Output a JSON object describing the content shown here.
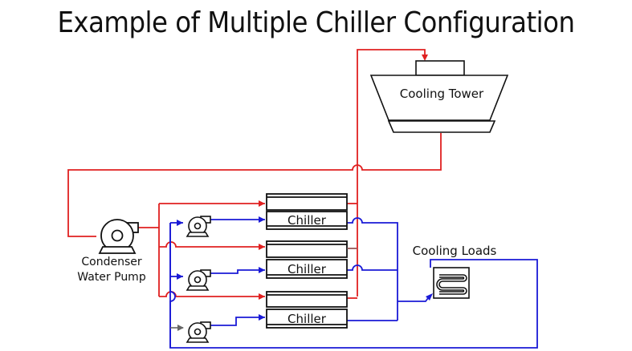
{
  "title": "Example of Multiple Chiller Configuration",
  "labels": {
    "cooling_tower": "Cooling Tower",
    "chillers": [
      "Chiller",
      "Chiller",
      "Chiller"
    ],
    "cooling_loads": "Cooling Loads",
    "condenser_pump_line1": "Condenser",
    "condenser_pump_line2": "Water Pump"
  },
  "colors": {
    "condenser_water": "#e02020",
    "chilled_water": "#1a1ad6",
    "outline": "#111111",
    "pump_feed": "#666666"
  },
  "icons": [
    "pump-icon",
    "heat-exchanger-icon"
  ]
}
